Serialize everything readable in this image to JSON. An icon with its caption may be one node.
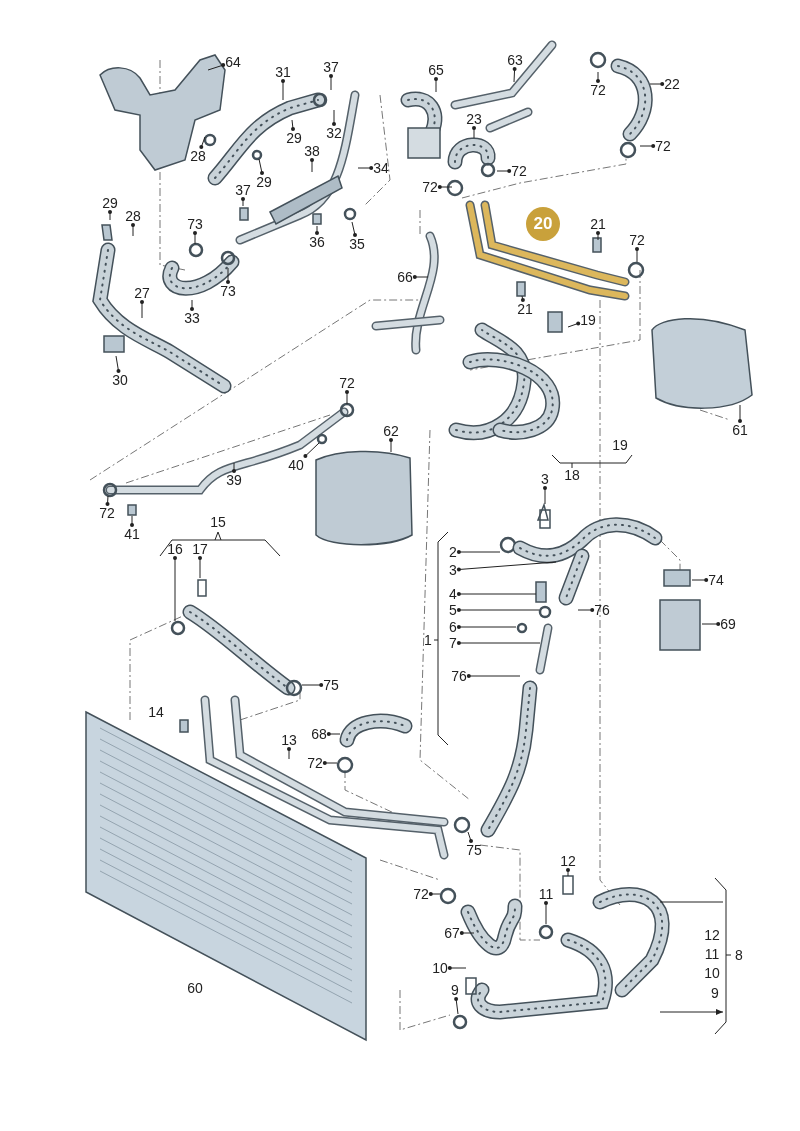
{
  "diagram": {
    "nodes": [
      {
        "text": [
          "64"
        ]
      },
      {
        "text": [
          "31"
        ]
      },
      {
        "text": [
          "37"
        ]
      },
      {
        "text": [
          "65"
        ]
      },
      {
        "text": [
          "63"
        ]
      },
      {
        "text": [
          "72"
        ]
      },
      {
        "text": [
          "22"
        ]
      },
      {
        "text": [
          "32"
        ]
      },
      {
        "text": [
          "28"
        ]
      },
      {
        "text": [
          "29"
        ]
      },
      {
        "text": [
          "38"
        ]
      },
      {
        "text": [
          "34"
        ]
      },
      {
        "text": [
          "23"
        ]
      },
      {
        "text": [
          "72"
        ]
      },
      {
        "text": [
          "72"
        ]
      },
      {
        "text": [
          "72"
        ]
      },
      {
        "text": [
          "29"
        ]
      },
      {
        "text": [
          "37"
        ]
      },
      {
        "text": [
          "29"
        ]
      },
      {
        "text": [
          "28"
        ]
      },
      {
        "text": [
          "73"
        ]
      },
      {
        "text": [
          "36"
        ]
      },
      {
        "text": [
          "35"
        ]
      },
      {
        "text": [
          "20"
        ]
      },
      {
        "text": [
          "21"
        ]
      },
      {
        "text": [
          "72"
        ]
      },
      {
        "text": [
          "66"
        ]
      },
      {
        "text": [
          "21"
        ]
      },
      {
        "text": [
          "19"
        ]
      },
      {
        "text": [
          "27"
        ]
      },
      {
        "text": [
          "73"
        ]
      },
      {
        "text": [
          "33"
        ]
      },
      {
        "text": [
          "30"
        ]
      },
      {
        "text": [
          "72"
        ]
      },
      {
        "text": [
          "62"
        ]
      },
      {
        "text": [
          "61"
        ]
      },
      {
        "text": [
          "40"
        ]
      },
      {
        "text": [
          "39"
        ]
      },
      {
        "text": [
          "72"
        ]
      },
      {
        "text": [
          "41"
        ]
      },
      {
        "text": [
          "3"
        ]
      },
      {
        "text": [
          "17"
        ]
      },
      {
        "text": [
          "16"
        ]
      },
      {
        "text": [
          "2"
        ]
      },
      {
        "text": [
          "3"
        ]
      },
      {
        "text": [
          "4"
        ]
      },
      {
        "text": [
          "74"
        ]
      },
      {
        "text": [
          "5"
        ]
      },
      {
        "text": [
          "76"
        ]
      },
      {
        "text": [
          "6"
        ]
      },
      {
        "text": [
          "7"
        ]
      },
      {
        "text": [
          "69"
        ]
      },
      {
        "text": [
          "76"
        ]
      },
      {
        "text": [
          "75"
        ]
      },
      {
        "text": [
          "68"
        ]
      },
      {
        "text": [
          "13"
        ]
      },
      {
        "text": [
          "72"
        ]
      },
      {
        "text": [
          "75"
        ]
      },
      {
        "text": [
          "12"
        ]
      },
      {
        "text": [
          "72"
        ]
      },
      {
        "text": [
          "11"
        ]
      },
      {
        "text": [
          "67"
        ]
      },
      {
        "text": [
          "10"
        ]
      },
      {
        "text": [
          "9"
        ]
      }
    ],
    "edges": [
      {
        "from": 0,
        "to": null,
        "arrow": "other"
      },
      {
        "from": 1,
        "to": null,
        "arrow": "other"
      },
      {
        "from": 2,
        "to": null,
        "arrow": "other"
      },
      {
        "from": 3,
        "to": null,
        "arrow": "other"
      },
      {
        "from": 4,
        "to": null,
        "arrow": "other"
      },
      {
        "from": 5,
        "to": null,
        "arrow": "other"
      },
      {
        "from": 6,
        "to": null,
        "arrow": "other"
      },
      {
        "from": 7,
        "to": null,
        "arrow": "other"
      },
      {
        "from": 8,
        "to": null,
        "arrow": "other"
      },
      {
        "from": 9,
        "to": null,
        "arrow": "other"
      },
      {
        "from": 10,
        "to": null,
        "arrow": "other"
      },
      {
        "from": 11,
        "to": null,
        "arrow": "other"
      },
      {
        "from": 12,
        "to": null,
        "arrow": "other"
      },
      {
        "from": 13,
        "to": null,
        "arrow": "other"
      },
      {
        "from": 14,
        "to": null,
        "arrow": "other"
      },
      {
        "from": 15,
        "to": null,
        "arrow": "other"
      },
      {
        "from": 16,
        "to": null,
        "arrow": "other"
      },
      {
        "from": 17,
        "to": null,
        "arrow": "other"
      },
      {
        "from": 18,
        "to": null,
        "arrow": "other"
      },
      {
        "from": 19,
        "to": null,
        "arrow": "other"
      },
      {
        "from": 20,
        "to": null,
        "arrow": "other"
      },
      {
        "from": 21,
        "to": null,
        "arrow": "other"
      },
      {
        "from": 22,
        "to": null,
        "arrow": "other"
      },
      {
        "from": 24,
        "to": null,
        "arrow": "other"
      },
      {
        "from": 25,
        "to": null,
        "arrow": "other"
      },
      {
        "from": 26,
        "to": null,
        "arrow": "other"
      },
      {
        "from": 27,
        "to": null,
        "arrow": "other"
      },
      {
        "from": 28,
        "to": null,
        "arrow": "other"
      },
      {
        "from": 29,
        "to": null,
        "arrow": "other"
      },
      {
        "from": 30,
        "to": null,
        "arrow": "other"
      },
      {
        "from": 31,
        "to": null,
        "arrow": "other"
      },
      {
        "from": 32,
        "to": null,
        "arrow": "other"
      },
      {
        "from": 33,
        "to": null,
        "arrow": "other"
      },
      {
        "from": 34,
        "to": null,
        "arrow": "other"
      },
      {
        "from": 35,
        "to": null,
        "arrow": "other"
      },
      {
        "from": 36,
        "to": null,
        "arrow": "other"
      },
      {
        "from": 37,
        "to": null,
        "arrow": "other"
      },
      {
        "from": 38,
        "to": null,
        "arrow": "other"
      },
      {
        "from": 39,
        "to": null,
        "arrow": "other"
      },
      {
        "from": 40,
        "to": null,
        "arrow": "other"
      },
      {
        "from": 41,
        "to": null,
        "arrow": "other"
      },
      {
        "from": 42,
        "to": null,
        "arrow": "other"
      },
      {
        "from": 43,
        "to": null,
        "arrow": "other"
      },
      {
        "from": 44,
        "to": null,
        "arrow": "other"
      },
      {
        "from": 45,
        "to": null,
        "arrow": "other"
      },
      {
        "from": 46,
        "to": null,
        "arrow": "other"
      },
      {
        "from": 47,
        "to": null,
        "arrow": "other"
      },
      {
        "from": 48,
        "to": null,
        "arrow": "other"
      },
      {
        "from": 49,
        "to": null,
        "arrow": "other"
      },
      {
        "from": 50,
        "to": null,
        "arrow": "other"
      },
      {
        "from": 51,
        "to": null,
        "arrow": "other"
      },
      {
        "from": 52,
        "to": null,
        "arrow": "other"
      },
      {
        "from": 53,
        "to": null,
        "arrow": "other"
      },
      {
        "from": 54,
        "to": null,
        "arrow": "other"
      },
      {
        "from": 55,
        "to": null,
        "arrow": "other"
      },
      {
        "from": 56,
        "to": null,
        "arrow": "other"
      },
      {
        "from": 57,
        "to": null,
        "arrow": "other"
      },
      {
        "from": 58,
        "to": null,
        "arrow": "other"
      },
      {
        "from": 59,
        "to": null,
        "arrow": "other"
      },
      {
        "from": 60,
        "to": null,
        "arrow": "other"
      },
      {
        "from": 61,
        "to": null,
        "arrow": "other"
      },
      {
        "from": 62,
        "to": null,
        "arrow": "other"
      },
      {
        "from": 63,
        "to": null,
        "arrow": "other"
      }
    ],
    "labels": [
      "14",
      "15",
      "1",
      "19",
      "18",
      "60",
      "12",
      "11",
      "10",
      "9",
      "8"
    ]
  }
}
